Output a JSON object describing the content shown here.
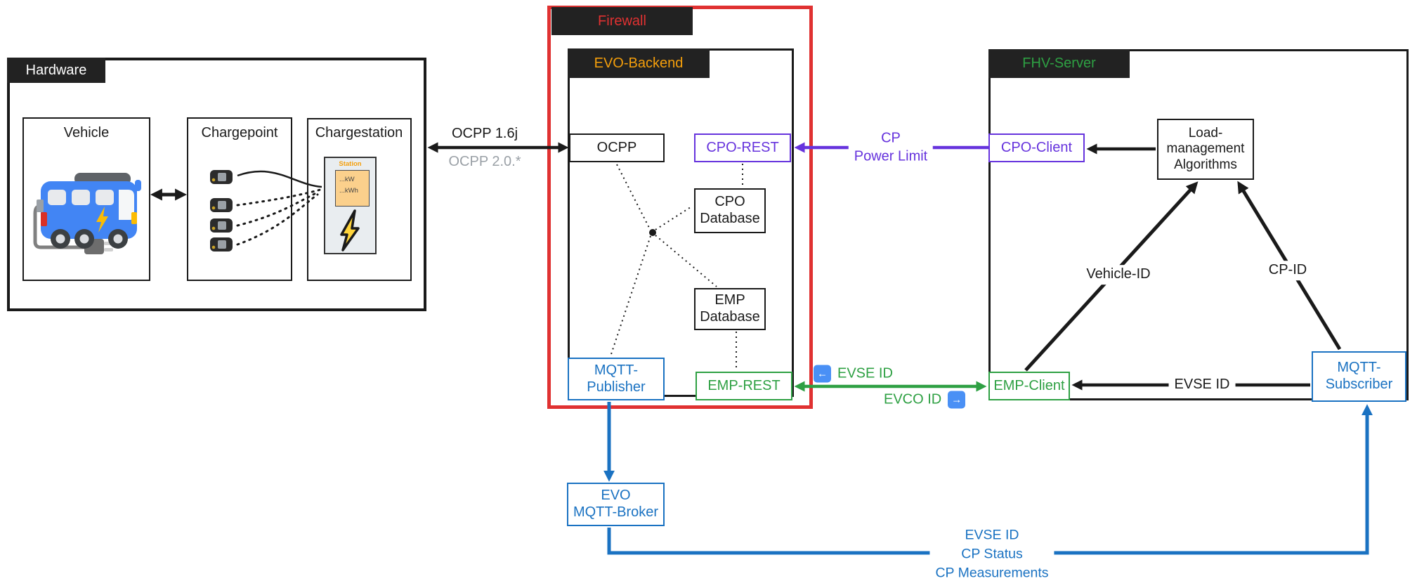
{
  "colors": {
    "line_black": "#1a1a1a",
    "red": "#e03131",
    "orange": "#f59f0b",
    "green": "#2ea043",
    "purple": "#6633dd",
    "blue": "#1a72c2",
    "icon_blue": "#4a90f5",
    "grey": "#9aa0a6",
    "header_bg": "#222222"
  },
  "hardware": {
    "title": "Hardware",
    "vehicle_title": "Vehicle",
    "chargepoint_title": "Chargepoint",
    "chargestation_title": "Chargestation",
    "station": {
      "label": "Station",
      "readout": "...kW\n...kWh"
    }
  },
  "firewall": {
    "title": "Firewall"
  },
  "evo_backend": {
    "title": "EVO-Backend",
    "ocpp": "OCPP",
    "cpo_rest": "CPO-REST",
    "cpo_database": "CPO\nDatabase",
    "emp_database": "EMP\nDatabase",
    "mqtt_publisher": "MQTT-\nPublisher",
    "emp_rest": "EMP-REST"
  },
  "fhv_server": {
    "title": "FHV-Server",
    "cpo_client": "CPO-Client",
    "load_management": "Load-\nmanagement\nAlgorithms",
    "emp_client": "EMP-Client",
    "mqtt_subscriber": "MQTT-\nSubscriber"
  },
  "broker": {
    "label": "EVO\nMQTT-Broker"
  },
  "connections": {
    "ocpp_primary": "OCPP 1.6j",
    "ocpp_secondary": "OCPP 2.0.*",
    "cp_power_limit": "CP\nPower Limit",
    "evse_id_to_backend": "EVSE ID",
    "evco_id_to_server": "EVCO ID",
    "left_arrow_glyph": "←",
    "right_arrow_glyph": "→",
    "vehicle_id": "Vehicle-ID",
    "cp_id": "CP-ID",
    "evse_id_internal": "EVSE ID",
    "mqtt_payload": "EVSE ID\nCP Status\nCP Measurements"
  }
}
